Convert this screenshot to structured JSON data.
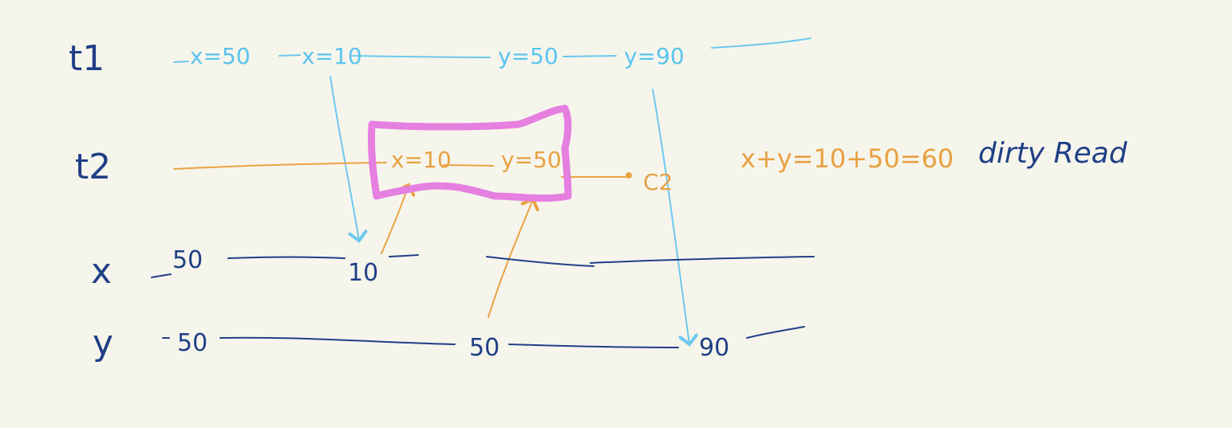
{
  "rows": {
    "t1": "t1",
    "t2": "t2",
    "x": "x",
    "y": "y"
  },
  "t1_ops": {
    "op1": "x=50",
    "op2": "x=10",
    "op3": "y=50",
    "op4": "y=90"
  },
  "t2_ops": {
    "op1": "x=10",
    "op2": "y=50",
    "commit": "C2"
  },
  "x_values": {
    "v1": "50",
    "v2": "10"
  },
  "y_values": {
    "v1": "50",
    "v2": "50",
    "v3": "90"
  },
  "notes": {
    "sum": "x+y=10+50=60",
    "label": "dirty Read"
  },
  "colors": {
    "background": "#f6f5ec",
    "t1_ink": "#5bc4ef",
    "t2_ink": "#e7a040",
    "data_ink": "#1f3f86",
    "highlight": "#e57fe0"
  }
}
